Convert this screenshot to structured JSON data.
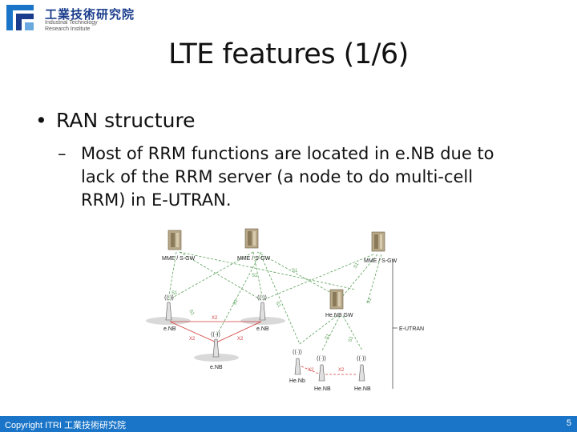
{
  "logo": {
    "name_cn": "工業技術研究院",
    "name_en_line1": "Industrial Technology",
    "name_en_line2": "Research Institute",
    "colors": {
      "primary": "#1a3c8c",
      "accent": "#1a75c8"
    }
  },
  "slide": {
    "title": "LTE features (1/6)",
    "bullet_marker": "•",
    "bullet": "RAN structure",
    "sub_marker": "–",
    "sub_lines": [
      "Most of RRM functions are located in e.NB due to",
      "lack of the RRM server (a node to do multi-cell",
      "RRM) in E-UTRAN."
    ]
  },
  "diagram": {
    "labels": {
      "mme1": "MME / S-GW",
      "mme2": "MME / S-GW",
      "mme3": "MME / S-GW",
      "enb1": "e.NB",
      "enb2": "e.NB",
      "enb3": "e.NB",
      "henbgw": "He.NB GW",
      "henb1": "He.Nb",
      "henb2": "He.NB",
      "henb3": "He.NB",
      "eutran": "E-UTRAN"
    },
    "interfaces": {
      "s1": "S1",
      "x2": "X2"
    }
  },
  "footer": {
    "copyright": "Copyright  ITRI 工業技術研究院",
    "page": "5"
  }
}
